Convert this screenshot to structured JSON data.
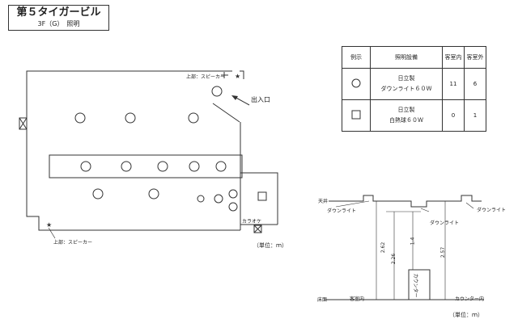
{
  "title": {
    "main": "第５タイガービル",
    "sub": "3F（G）　照明"
  },
  "plan": {
    "speaker_top": "上部：スピーカー",
    "speaker_bottom": "上部：スピーカー",
    "entrance": "出入口",
    "karaoke": "カラオケ",
    "unit": "（単位：ｍ）"
  },
  "legend": {
    "headers": [
      "例示",
      "照明設備",
      "客室内",
      "客室外"
    ],
    "rows": [
      {
        "symbol": "circle",
        "maker": "日立製",
        "name": "ダウンライト６０Ｗ",
        "inside": "11",
        "outside": "6"
      },
      {
        "symbol": "square",
        "maker": "日立製",
        "name": "白熱球６０Ｗ",
        "inside": "0",
        "outside": "1"
      }
    ]
  },
  "section": {
    "ceiling": "天井",
    "floor": "床面",
    "downlight_1": "ダウンライト",
    "downlight_2": "ダウンライト",
    "downlight_3": "ダウンライト",
    "dim_1": "2.62",
    "dim_2": "2.26",
    "dim_3": "1.4",
    "dim_4": "2.57",
    "counter": "カウンター",
    "room_in": "客室内",
    "counter_in": "カウンター内",
    "unit": "（単位：ｍ）"
  }
}
